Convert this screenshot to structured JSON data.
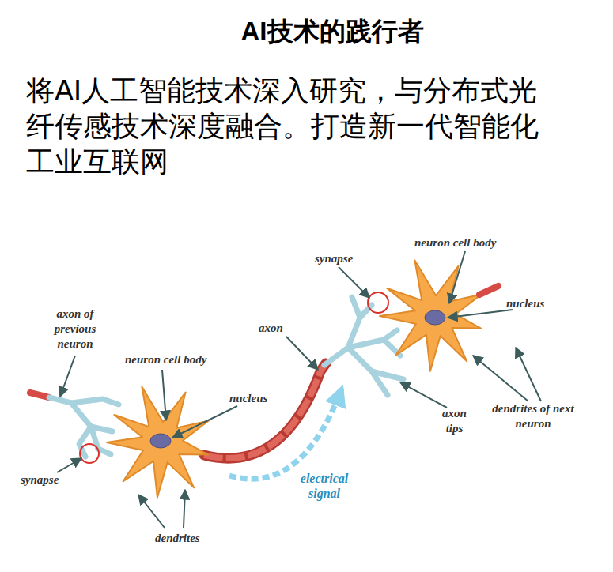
{
  "diagram": {
    "title": "AI技术的践行者",
    "labels": [
      "将AI人工智能技术深入研究，与分布式光纤传感技术深度融合。打造新一代智能化工业互联网",
      "synapse",
      "neuron cell body",
      "axon of previous neuron",
      "nucleus",
      "neuron cell body",
      "axon",
      "nucleus",
      "axon tips",
      "dendrites of next neuron",
      "synapse",
      "electrical signal",
      "dendrites"
    ]
  }
}
